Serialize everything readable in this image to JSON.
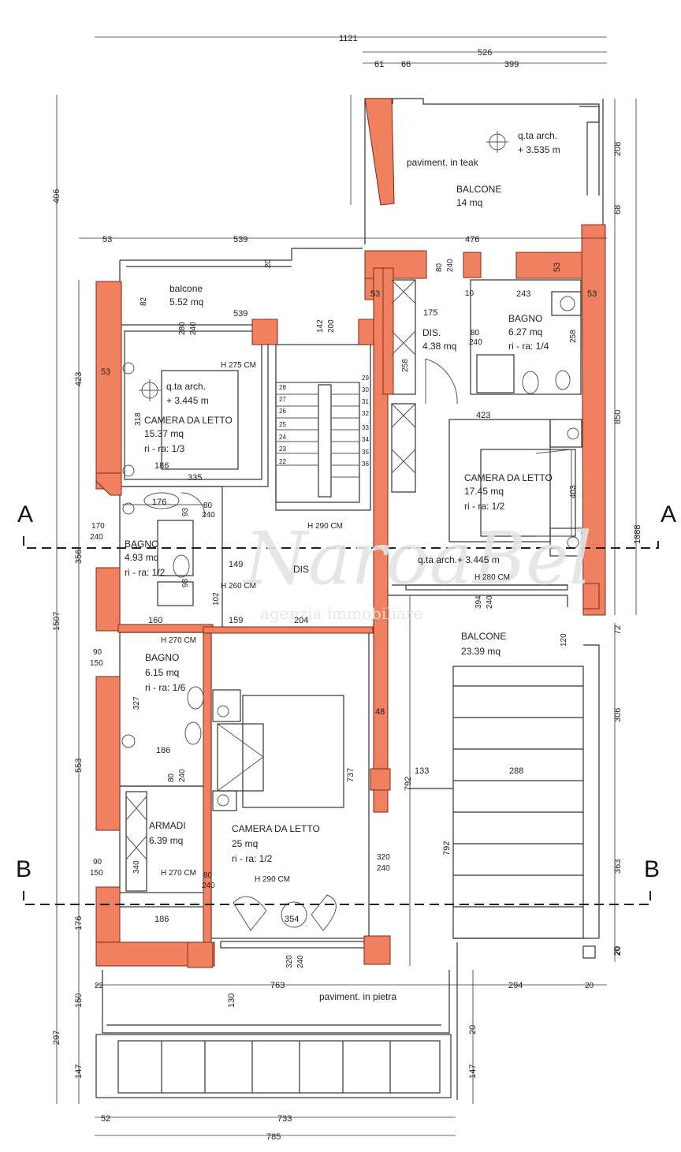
{
  "colors": {
    "wall": "#f08060",
    "wall_stroke": "#7a2a18",
    "line": "#333333",
    "paper": "#ffffff"
  },
  "sections": {
    "a_left": "A",
    "a_right": "A",
    "b_left": "B",
    "b_right": "B"
  },
  "top_dims": {
    "total": "1121",
    "right": "526",
    "d1": "61",
    "d2": "66",
    "d3": "399"
  },
  "left_dims": {
    "l1": "406",
    "l2": "423",
    "l3": "356",
    "l4": "1507",
    "l5": "553",
    "l6": "176",
    "l7": "297",
    "l8": "150",
    "l9": "147"
  },
  "right_dims": {
    "r1": "208",
    "r2": "68",
    "r3": "850",
    "r4": "1888",
    "r5": "72",
    "r6": "306",
    "r7": "363",
    "r8": "20",
    "r9": "147",
    "r10": "20"
  },
  "bottom_dims": {
    "b1": "52",
    "b2": "733",
    "b3": "785"
  },
  "rooms": {
    "balcone_top": {
      "name": "BALCONE",
      "area": "14 mq"
    },
    "paviment_teak": "paviment. in teak",
    "qta_top": {
      "label": "q.ta arch.",
      "value": "+ 3.535 m"
    },
    "balcone_small": {
      "name": "balcone",
      "area": "5.52 mq"
    },
    "camera1": {
      "name": "CAMERA DA LETTO",
      "area": "15.37 mq",
      "ratio": "ri - ra: 1/3",
      "height": "H 275 CM"
    },
    "qta_left": {
      "label": "q.ta arch.",
      "value": "+ 3.445 m"
    },
    "dis": {
      "name": "DIS.",
      "area": "4.38 mq"
    },
    "bagno1": {
      "name": "BAGNO",
      "area": "6.27 mq",
      "ratio": "ri - ra: 1/4"
    },
    "camera2": {
      "name": "CAMERA DA LETTO",
      "area": "17.45 mq",
      "ratio": "ri - ra: 1/2",
      "height": "H 280 CM"
    },
    "bagno2": {
      "name": "BAGNO",
      "area": "4.93 mq",
      "ratio": "ri - ra: 1/2",
      "height": "H 260 CM"
    },
    "stair_h": "H 290 CM",
    "dis2": "DIS",
    "qta_center": "q.ta arch.+ 3.445 m",
    "balcone_big": {
      "name": "BALCONE",
      "area": "23.39 mq"
    },
    "bagno3": {
      "name": "BAGNO",
      "area": "6.15 mq",
      "ratio": "ri - ra: 1/6",
      "height": "H 270 CM"
    },
    "armadi": {
      "name": "ARMADI",
      "area": "6.39 mq",
      "height": "H 270 CM"
    },
    "camera3": {
      "name": "CAMERA DA LETTO",
      "area": "25 mq",
      "ratio": "ri - ra: 1/2",
      "height": "H 290 CM"
    },
    "paviment_pietra": "paviment. in pietra"
  },
  "inner_dims": {
    "d539a": "539",
    "d53a": "53",
    "d476": "476",
    "d539b": "539",
    "d20a": "20",
    "d82": "82",
    "d280": "280",
    "d240a": "240",
    "d142": "142",
    "d200": "200",
    "d53b": "53",
    "d53c": "53",
    "d53d": "53",
    "d53e": "53",
    "d175": "175",
    "d10": "10",
    "d243": "243",
    "d80a": "80",
    "d240b": "240",
    "d258a": "258",
    "d258b": "258",
    "d80b": "80",
    "d240c": "240",
    "d423": "423",
    "d318": "318",
    "d186a": "186",
    "d335": "335",
    "d176": "176",
    "d93": "93",
    "d80c": "80",
    "d240d": "240",
    "d170": "170",
    "d240e": "240",
    "d403": "403",
    "d149": "149",
    "d98": "98",
    "d102": "102",
    "d160": "160",
    "d159": "159",
    "d204": "204",
    "d394": "394",
    "d240f": "240",
    "d120": "120",
    "d90a": "90",
    "d150a": "150",
    "d327": "327",
    "d48": "48",
    "d133": "133",
    "d288": "288",
    "d186b": "186",
    "d80d": "80",
    "d240g": "240",
    "d737": "737",
    "d792a": "792",
    "d792b": "792",
    "d340": "340",
    "d90b": "90",
    "d150b": "150",
    "d80e": "80",
    "d240h": "240",
    "d320a": "320",
    "d240i": "240",
    "d186c": "186",
    "d354": "354",
    "d320b": "320",
    "d240j": "240",
    "d22": "22",
    "d763": "763",
    "d294": "294",
    "d20b": "20",
    "d130": "130",
    "d20c": "20"
  },
  "step_numbers": [
    "29",
    "30",
    "31",
    "32",
    "33",
    "34",
    "35",
    "36"
  ],
  "step_numbers_left": [
    "28",
    "27",
    "26",
    "25",
    "24",
    "23",
    "22"
  ],
  "watermark": {
    "logo": "NaroaBel",
    "tagline": "agenzia immobiliare"
  }
}
